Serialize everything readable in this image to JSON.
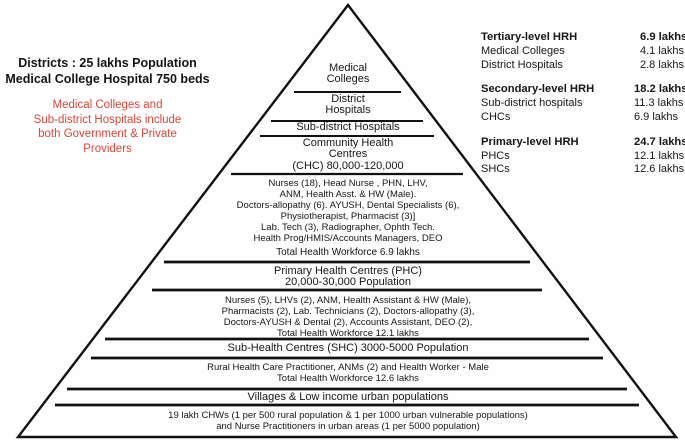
{
  "colors": {
    "text": "#161616",
    "accent_red": "#d9453a",
    "line": "#111111",
    "background": "#fefefe"
  },
  "left_panel": {
    "title": "Districts : 25 lakhs Population\nMedical College Hospital 750 beds",
    "note": "Medical Colleges and\nSub-district Hospitals include\nboth Government & Private\nProviders"
  },
  "right_panel": {
    "groups": [
      {
        "header": {
          "label": "Tertiary-level HRH",
          "value": "6.9 lakhs"
        },
        "rows": [
          {
            "label": "Medical Colleges",
            "value": "4.1 lakhs"
          },
          {
            "label": "District Hospitals",
            "value": "2.8 lakhs"
          }
        ]
      },
      {
        "header": {
          "label": "Secondary-level HRH",
          "value": "18.2 lakhs"
        },
        "rows": [
          {
            "label": "Sub-district hospitals",
            "value": "11.3 lakhs"
          },
          {
            "label": "CHCs",
            "value": "6.9 lakhs"
          }
        ]
      },
      {
        "header": {
          "label": "Primary-level HRH",
          "value": "24.7 lakhs"
        },
        "rows": [
          {
            "label": "PHCs",
            "value": "12.1 lakhs"
          },
          {
            "label": "SHCs",
            "value": "12.6 lakhs"
          }
        ]
      }
    ]
  },
  "pyramid": {
    "levels": [
      {
        "name": "medical-colleges",
        "text": "Medical\nColleges"
      },
      {
        "name": "district-hospitals",
        "text": "District\nHospitals"
      },
      {
        "name": "sub-district-hospitals",
        "text": "Sub-district Hospitals"
      },
      {
        "name": "community-health-centres",
        "text": "Community Health\nCentres\n(CHC) 80,000-120,000"
      },
      {
        "name": "chc-staff",
        "text": "Nurses (18), Head Nurse , PHN, LHV,\nANM, Health Asst. & HW (Male).\nDoctors-allopathy (6). AYUSH, Dental Specialists (6),\nPhysiotherapist, Pharmacist (3)]\nLab. Tech (3), Radiographer, Ophth Tech.\nHealth Prog/HMIS/Accounts Managers, DEO"
      },
      {
        "name": "chc-total",
        "text": "Total Health Workforce 6.9 lakhs"
      },
      {
        "name": "primary-health-centres",
        "text": "Primary Health Centres (PHC)\n20,000-30,000 Population"
      },
      {
        "name": "phc-staff",
        "text": "Nurses (5), LHVs (2), ANM, Health Assistant & HW (Male),\nPharmacists (2), Lab. Technicians (2), Doctors-allopathy (3),\nDoctors-AYUSH & Dental (2), Accounts Assistant, DEO (2),\nTotal Health Workforce 12.1 lakhs"
      },
      {
        "name": "sub-health-centres",
        "text": "Sub-Health Centres (SHC) 3000-5000 Population"
      },
      {
        "name": "shc-staff",
        "text": "Rural Health Care Practitioner, ANMs (2) and Health Worker - Male\nTotal Health Workforce 12.6 lakhs"
      },
      {
        "name": "villages",
        "text": "Villages & Low income urban populations"
      },
      {
        "name": "community-health-workers",
        "text": "19 lakh CHWs (1 per 500 rural population & 1 per 1000 urban vulnerable populations)\nand Nurse Practitioners in urban areas (1 per 5000 population)"
      }
    ]
  }
}
